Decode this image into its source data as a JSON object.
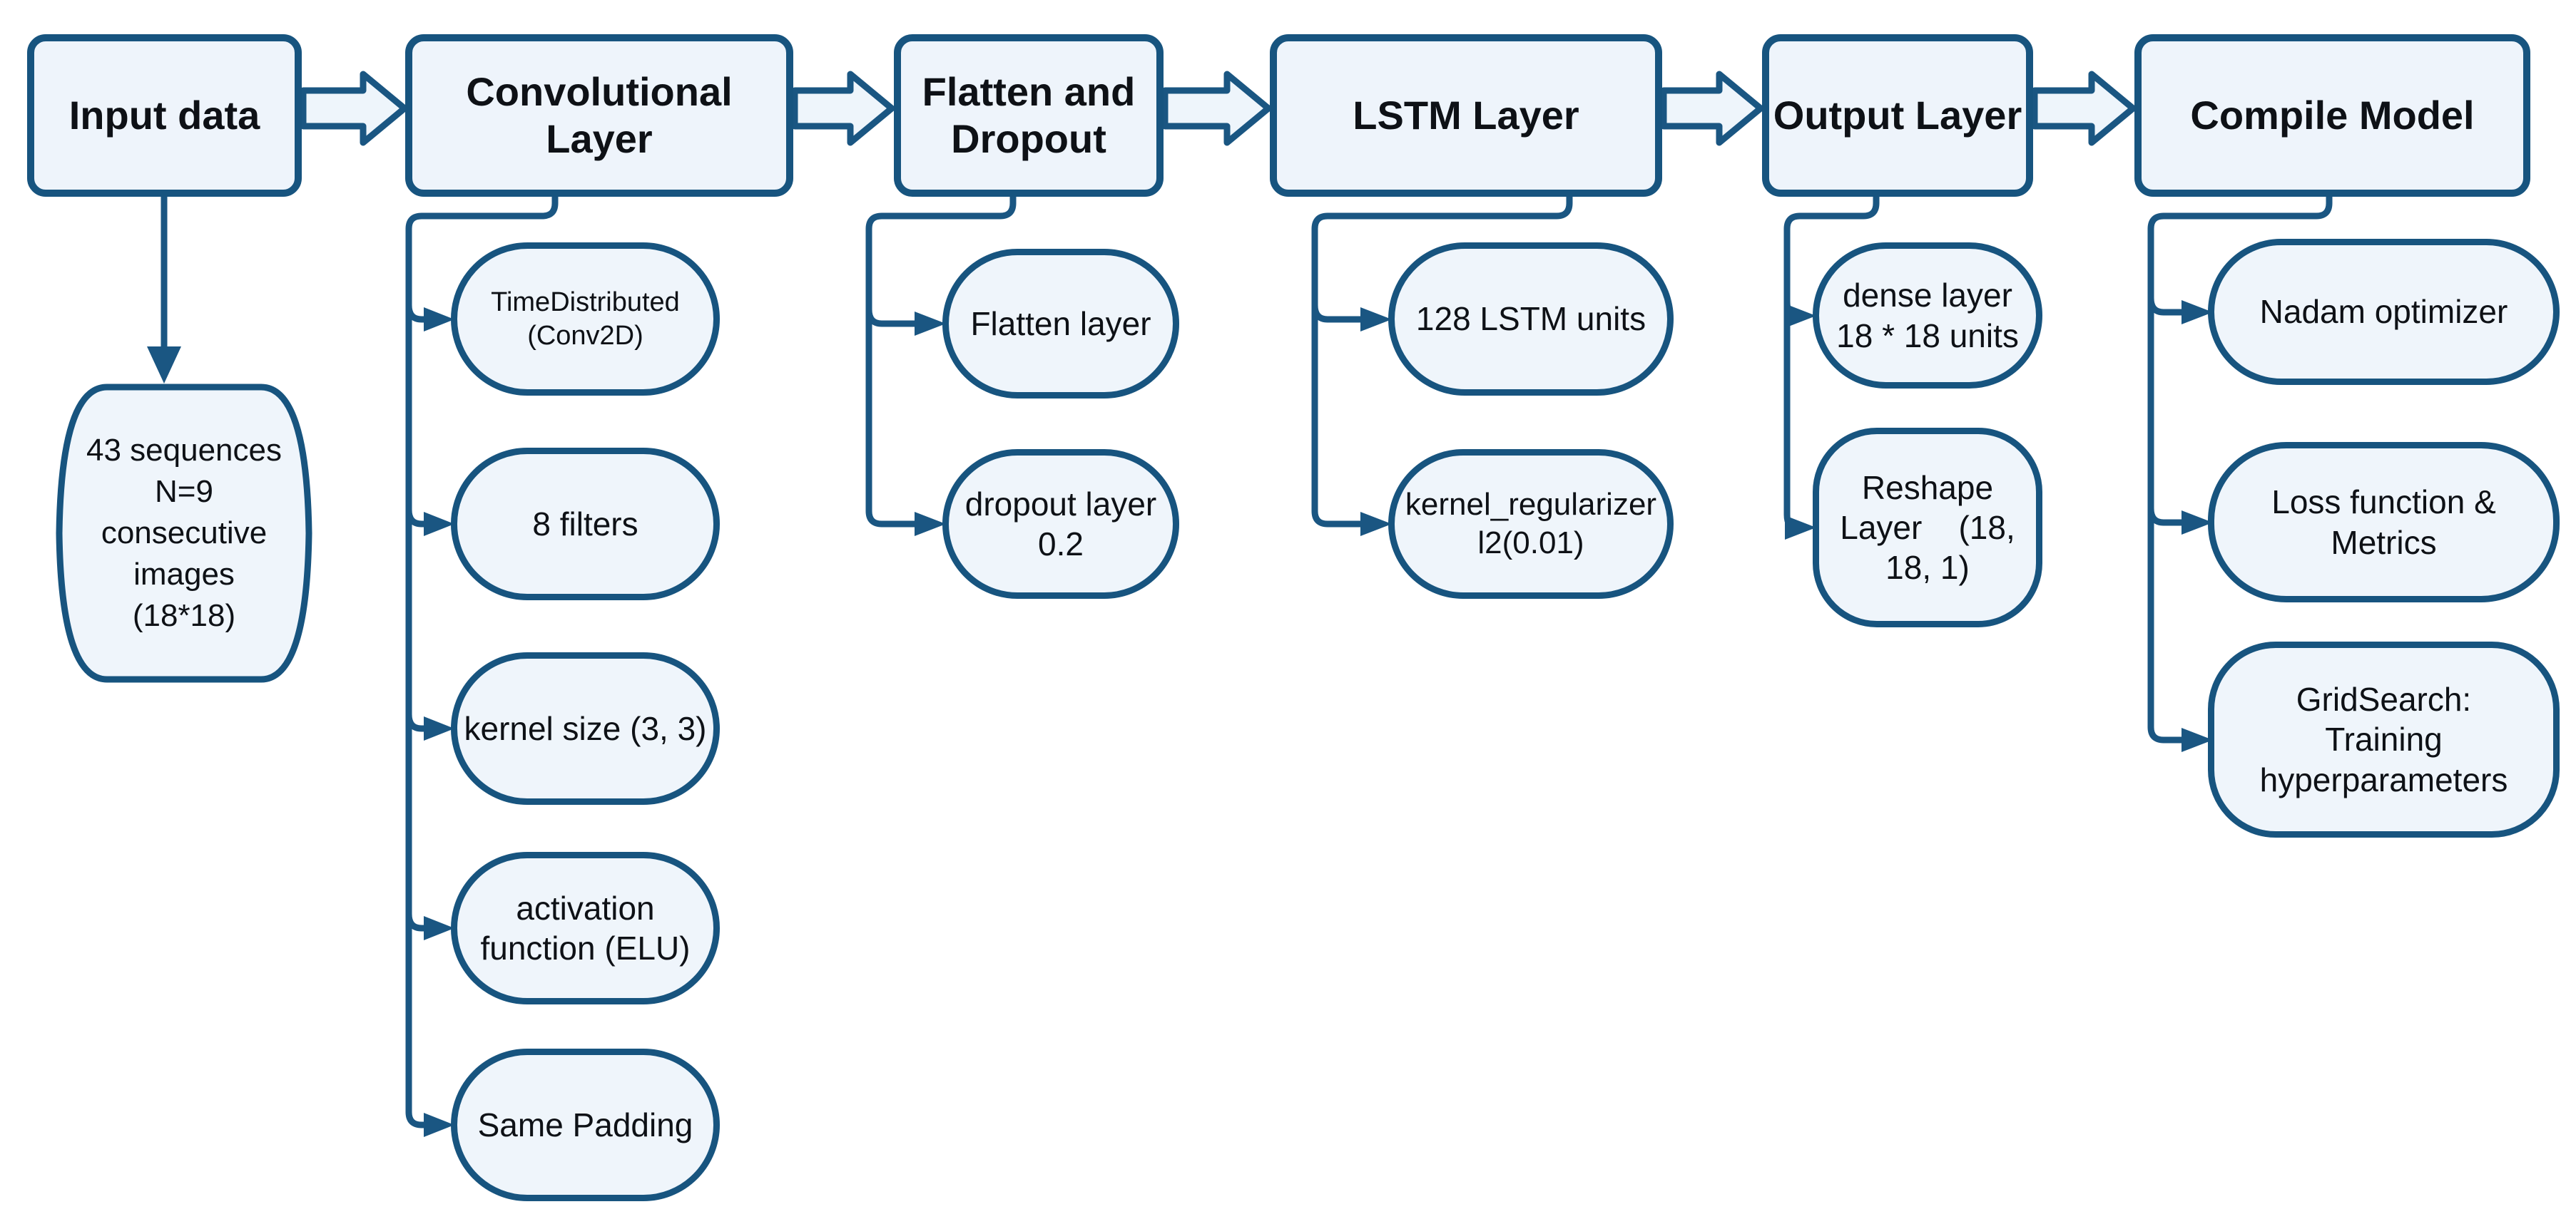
{
  "colors": {
    "border_blue": "#17547f",
    "line_blue": "#1a5682",
    "node_fill": "#eef4fb",
    "text": "#0e1116",
    "background": "#ffffff"
  },
  "columns": [
    {
      "header": "Input data",
      "children": [
        {
          "label": "43 sequences\nN=9\nconsecutive\nimages\n(18*18)"
        }
      ]
    },
    {
      "header": "Convolutional\nLayer",
      "children": [
        {
          "label": "TimeDistributed\n(Conv2D)"
        },
        {
          "label": "8 filters"
        },
        {
          "label": "kernel size (3, 3)"
        },
        {
          "label": "activation\nfunction (ELU)"
        },
        {
          "label": "Same Padding"
        }
      ]
    },
    {
      "header": "Flatten and\nDropout",
      "children": [
        {
          "label": "Flatten layer"
        },
        {
          "label": "dropout layer\n0.2"
        }
      ]
    },
    {
      "header": "LSTM Layer",
      "children": [
        {
          "label": "128 LSTM units"
        },
        {
          "label": "kernel_regularizer\nl2(0.01)"
        }
      ]
    },
    {
      "header": "Output Layer",
      "children": [
        {
          "label": "dense layer\n18 * 18 units"
        },
        {
          "label": "Reshape\nLayer    (18,\n18, 1)"
        }
      ]
    },
    {
      "header": "Compile Model",
      "children": [
        {
          "label": "Nadam optimizer"
        },
        {
          "label": "Loss function &\nMetrics"
        },
        {
          "label": "GridSearch:\nTraining\nhyperparameters"
        }
      ]
    }
  ]
}
